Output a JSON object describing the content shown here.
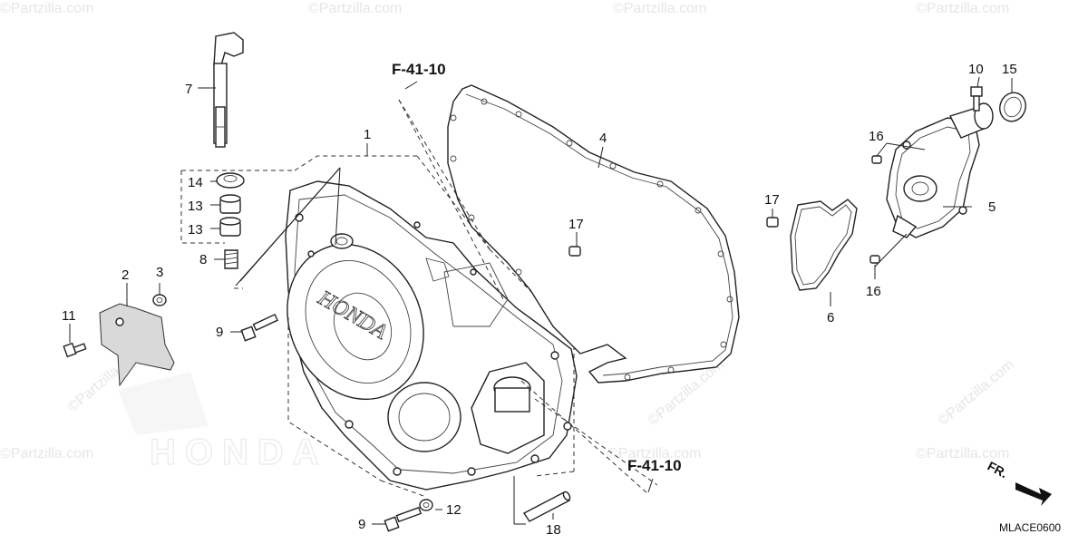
{
  "watermark": {
    "text": "©Partzilla.com",
    "brand": "HONDA"
  },
  "references": {
    "top": "F-41-10",
    "bottom": "F-41-10"
  },
  "direction_label": "FR.",
  "diagram_code": "MLACE0600",
  "callouts": {
    "c1": "1",
    "c2": "2",
    "c3": "3",
    "c4": "4",
    "c5": "5",
    "c6": "6",
    "c7": "7",
    "c8": "8",
    "c9a": "9",
    "c9b": "9",
    "c10": "10",
    "c11": "11",
    "c12": "12",
    "c13a": "13",
    "c13b": "13",
    "c14": "14",
    "c15": "15",
    "c16a": "16",
    "c16b": "16",
    "c17a": "17",
    "c17b": "17",
    "c18": "18"
  },
  "colors": {
    "line": "#222222",
    "watermark": "#e6e6e6"
  }
}
